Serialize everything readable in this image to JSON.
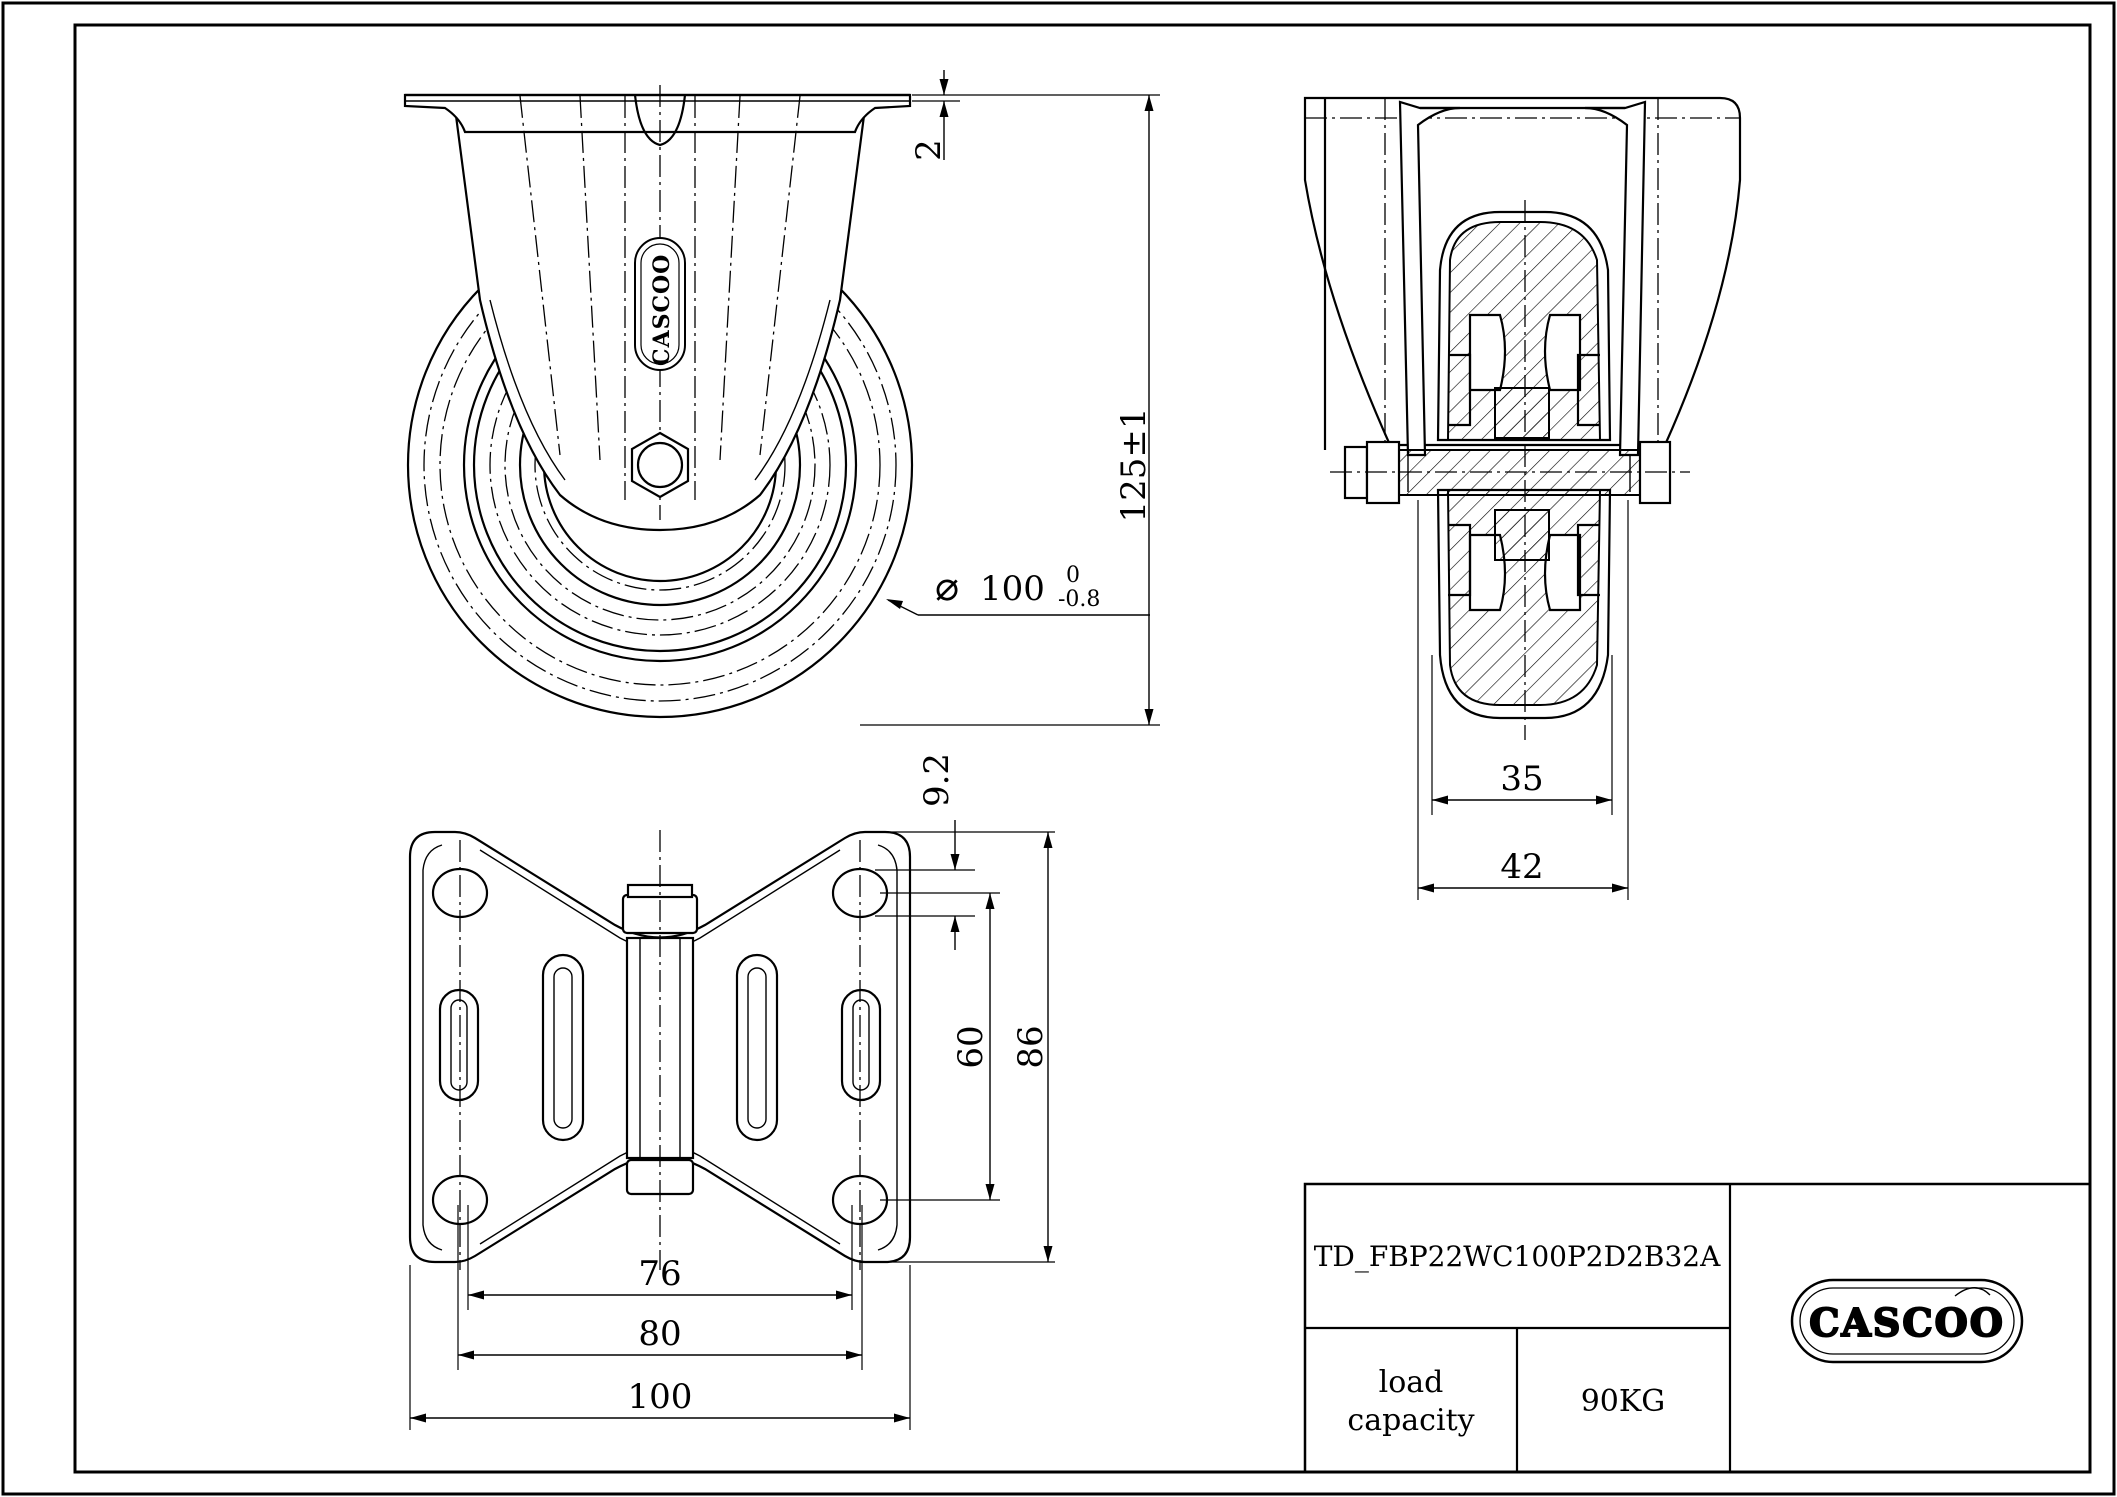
{
  "brand": "CASCOO",
  "title_block": {
    "part_number": "TD_FBP22WC100P2D2B32A",
    "load_label_line1": "load",
    "load_label_line2": "capacity",
    "load_value": "90KG"
  },
  "dimensions": {
    "plate_thickness": "2",
    "overall_height": "125±1",
    "wheel_diameter": "100",
    "wheel_diameter_symbol": "⌀",
    "wheel_tol_upper": "0",
    "wheel_tol_lower": "-0.8",
    "wheel_width": "35",
    "fork_width": "42",
    "slot_offset": "9.2",
    "hole_spacing_y": "60",
    "plate_length": "86",
    "hole_spacing_x1": "76",
    "hole_spacing_x2": "80",
    "plate_width": "100"
  },
  "colors": {
    "line": "#000000",
    "background": "#ffffff"
  }
}
